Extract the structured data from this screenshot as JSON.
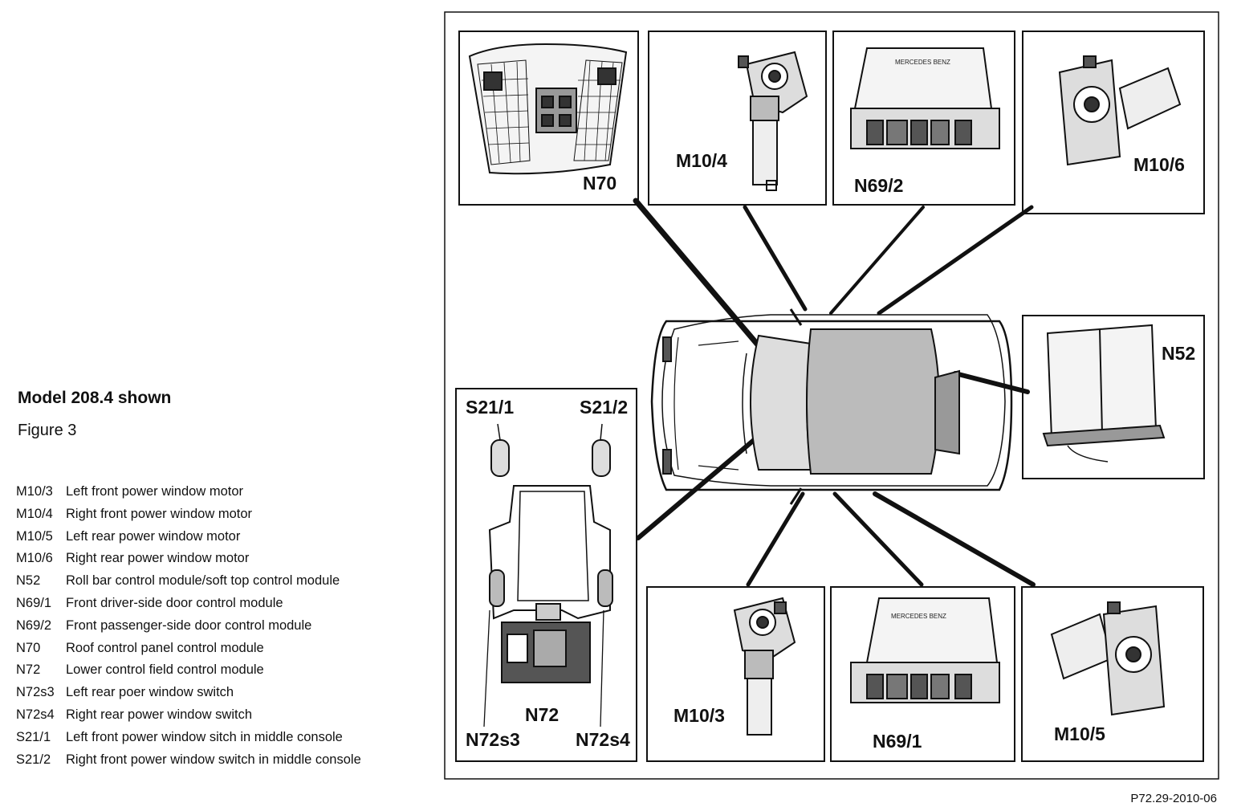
{
  "legend": {
    "title": "Model 208.4 shown",
    "subtitle": "Figure 3",
    "items": [
      {
        "code": "M10/3",
        "desc": "Left front power window motor"
      },
      {
        "code": "M10/4",
        "desc": "Right front power window motor"
      },
      {
        "code": "M10/5",
        "desc": "Left rear power window motor"
      },
      {
        "code": "M10/6",
        "desc": "Right   rear power window motor"
      },
      {
        "code": "N52",
        "desc": "Roll bar control module/soft top control module"
      },
      {
        "code": "N69/1",
        "desc": "Front driver-side door control module"
      },
      {
        "code": "N69/2",
        "desc": "Front passenger-side door control module"
      },
      {
        "code": "N70",
        "desc": "Roof control panel control module"
      },
      {
        "code": "N72",
        "desc": "Lower control field control module"
      },
      {
        "code": "N72s3",
        "desc": "Left rear poer window switch"
      },
      {
        "code": "N72s4",
        "desc": "Right rear power window switch"
      },
      {
        "code": "S21/1",
        "desc": "Left front power window sitch in middle console"
      },
      {
        "code": "S21/2",
        "desc": "Right front power window switch in middle console"
      }
    ]
  },
  "labels": {
    "n70": "N70",
    "m10_4": "M10/4",
    "n69_2": "N69/2",
    "m10_6": "M10/6",
    "n52": "N52",
    "s21_1": "S21/1",
    "s21_2": "S21/2",
    "n72": "N72",
    "n72s3": "N72s3",
    "n72s4": "N72s4",
    "m10_3": "M10/3",
    "n69_1": "N69/1",
    "m10_5": "M10/5"
  },
  "brand_text": "MERCEDES BENZ",
  "figure_id": "P72.29-2010-06"
}
